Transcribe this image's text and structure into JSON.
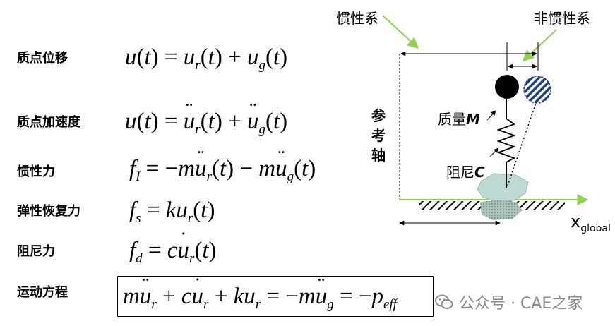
{
  "rows": [
    {
      "label": "质点位移"
    },
    {
      "label": "质点加速度"
    },
    {
      "label": "惯性力"
    },
    {
      "label": "弹性恢复力"
    },
    {
      "label": "阻尼力"
    },
    {
      "label": "运动方程"
    }
  ],
  "diagram": {
    "inertial_frame": "惯性系",
    "noninertial_frame": "非惯性系",
    "reference_axis": "参考轴",
    "mass_label": "质量",
    "mass_symbol": "M",
    "damping_label": "阻尼",
    "damping_symbol": "C",
    "x_axis": "x",
    "x_axis_sub": "global"
  },
  "watermark": {
    "text": "公众号 · CAE之家",
    "icon": "wechat-icon"
  },
  "colors": {
    "arrow_green": "#92d050",
    "ball": "#000000",
    "hatch": "#1f3d8c",
    "ground_blob": "#bcd9d3"
  }
}
